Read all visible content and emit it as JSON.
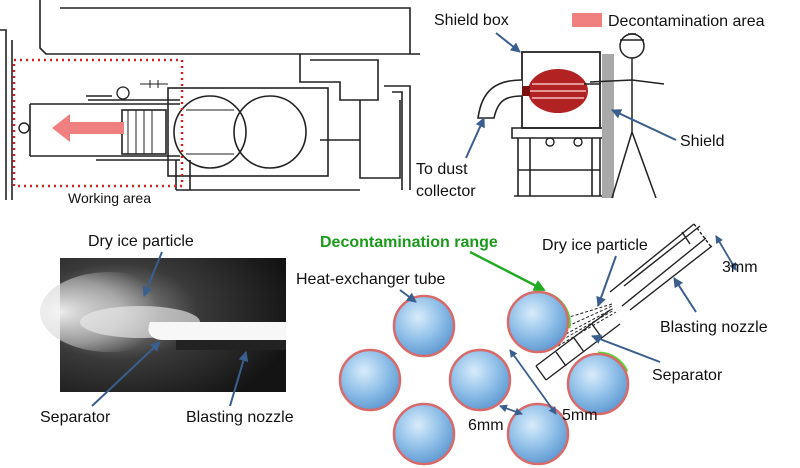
{
  "labels": {
    "working_area": "Working area",
    "shield_box": "Shield box",
    "decon_area": "Decontamination area",
    "shield": "Shield",
    "to_dust": "To dust",
    "collector": "collector",
    "dry_ice_left": "Dry ice particle",
    "separator_left": "Separator",
    "blasting_left": "Blasting nozzle",
    "decon_range": "Decontamination range",
    "dry_ice_right": "Dry ice particle",
    "heat_tube": "Heat-exchanger tube",
    "mm3": "3mm",
    "blasting_right": "Blasting nozzle",
    "separator_right": "Separator",
    "mm6": "6mm",
    "mm5": "5mm"
  },
  "colors": {
    "decon_area": "#f08080",
    "working_box": "#d42020",
    "pointer": "#3a5f8f",
    "tube_fill": "#8fbfe8",
    "tube_ring": "#d86a6a",
    "decon_range": "#55dd33",
    "decon_range_text": "#1a9a1a"
  }
}
